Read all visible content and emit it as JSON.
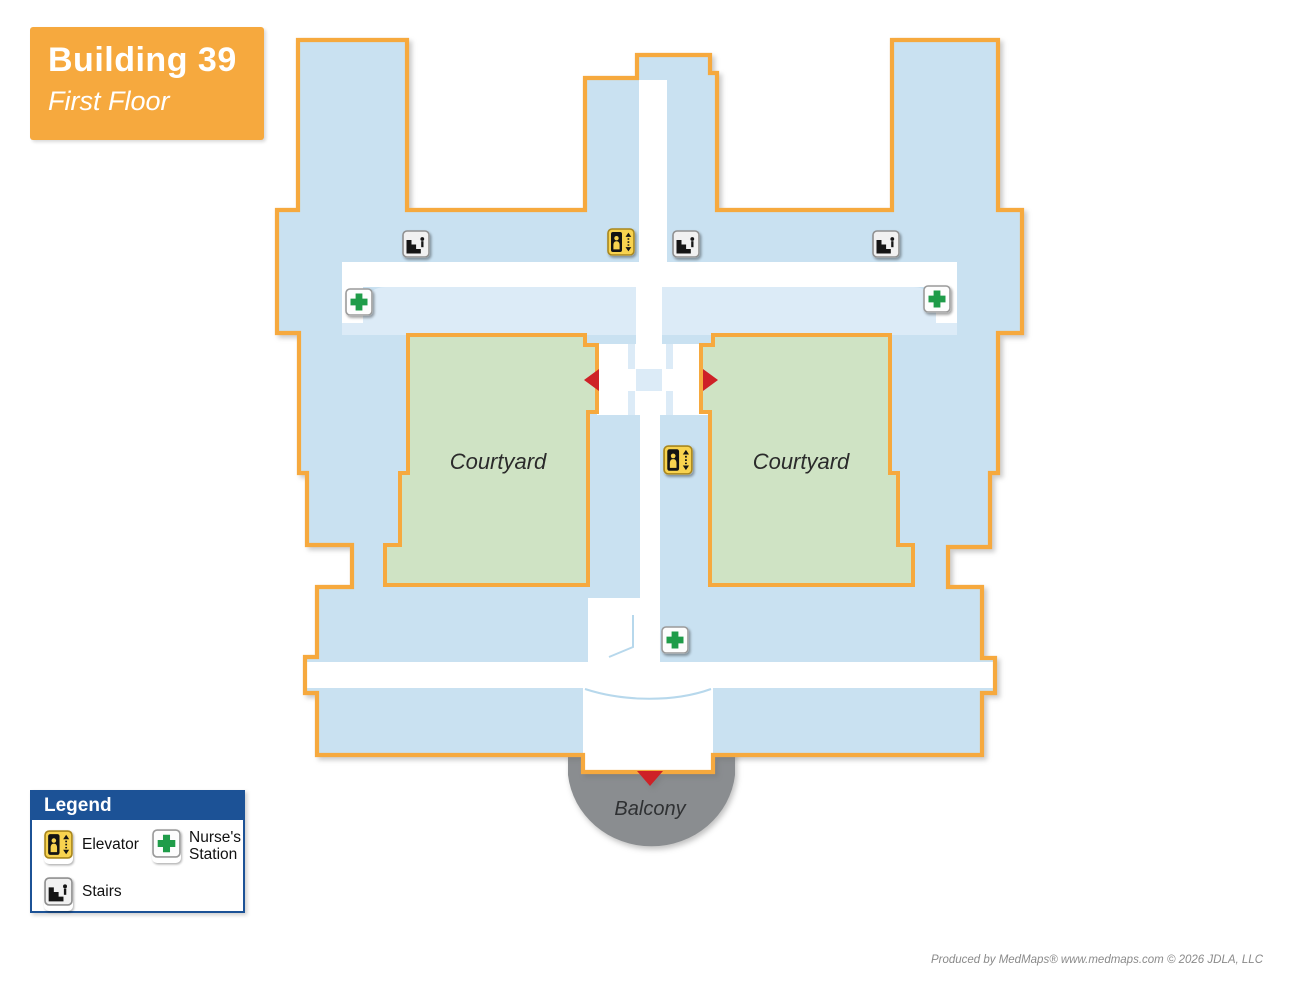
{
  "title": {
    "building": "Building 39",
    "floor": "First Floor"
  },
  "map": {
    "courtyard_left": "Courtyard",
    "courtyard_right": "Courtyard",
    "balcony": "Balcony",
    "markers": [
      {
        "icon": "stairs-icon",
        "area": "top-corridor-left"
      },
      {
        "icon": "elevator-icon",
        "area": "top-corridor-center-left"
      },
      {
        "icon": "stairs-icon",
        "area": "top-corridor-center"
      },
      {
        "icon": "stairs-icon",
        "area": "top-corridor-right"
      },
      {
        "icon": "nurse-station-icon",
        "area": "west-corridor-corner"
      },
      {
        "icon": "nurse-station-icon",
        "area": "east-corridor-corner"
      },
      {
        "icon": "elevator-icon",
        "area": "central-corridor"
      },
      {
        "icon": "nurse-station-icon",
        "area": "lobby"
      }
    ],
    "entrance_arrow_count": 3
  },
  "legend": {
    "title": "Legend",
    "items": [
      {
        "icon": "elevator-icon",
        "label": "Elevator"
      },
      {
        "icon": "nurse-station-icon",
        "label": "Nurse's Station"
      },
      {
        "icon": "stairs-icon",
        "label": "Stairs"
      }
    ]
  },
  "footer": {
    "credit": "Produced by MedMaps®  www.medmaps.com   © 2026 JDLA, LLC"
  },
  "colors": {
    "orange": "#F6A93E",
    "building_blue": "#C9E1F1",
    "light_blue": "#DCEBF7",
    "courtyard_green": "#CFE3C4",
    "balcony_gray": "#8A8D90",
    "legend_navy": "#1C5296",
    "arrow_red": "#CE2127",
    "elevator_yellow": "#F8D34F"
  }
}
